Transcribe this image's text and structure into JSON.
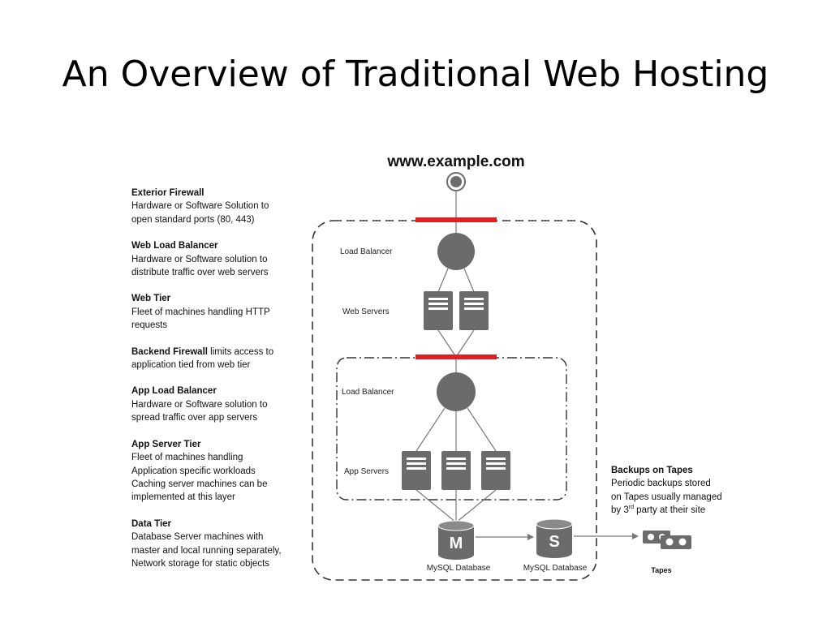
{
  "title": "An Overview of Traditional Web Hosting",
  "site": "www.example.com",
  "legend": [
    {
      "head": "Exterior Firewall",
      "head_suffix": "",
      "lines": [
        "Hardware or Software Solution to",
        "open standard ports (80, 443)"
      ]
    },
    {
      "head": "Web Load Balancer",
      "head_suffix": "",
      "lines": [
        "Hardware or Software solution to",
        "distribute traffic over web servers"
      ]
    },
    {
      "head": "Web Tier",
      "head_suffix": "",
      "lines": [
        "Fleet of machines handling HTTP",
        "requests"
      ]
    },
    {
      "head": "Backend Firewall",
      "head_suffix": " limits access to",
      "lines": [
        "application tied from web tier"
      ]
    },
    {
      "head": "App Load Balancer",
      "head_suffix": "",
      "lines": [
        "Hardware or Software solution to",
        "spread traffic over app servers"
      ]
    },
    {
      "head": "App Server Tier",
      "head_suffix": "",
      "lines": [
        "Fleet of machines handling",
        "Application specific workloads",
        "Caching server machines can be",
        "implemented at this layer"
      ]
    },
    {
      "head": "Data Tier",
      "head_suffix": "",
      "lines": [
        "Database Server machines with",
        "master and local running separately,",
        "Network storage for static objects"
      ]
    }
  ],
  "diagram": {
    "web_load_balancer_label": "Load Balancer",
    "web_servers_label": "Web Servers",
    "app_load_balancer_label": "Load Balancer",
    "app_servers_label": "App Servers",
    "db_master_letter": "M",
    "db_slave_letter": "S",
    "db_master_label": "MySQL Database",
    "db_slave_label": "MySQL Database",
    "tapes_label": "Tapes"
  },
  "backups": {
    "head": "Backups on Tapes",
    "line1": "Periodic backups stored",
    "line2": "on Tapes usually managed",
    "line3_pre": "by 3",
    "line3_sup": "rd",
    "line3_post": " party at their site"
  },
  "colors": {
    "node": "#6b6b6b",
    "firewall": "#e02020",
    "line": "#777777",
    "dash": "#333333"
  }
}
